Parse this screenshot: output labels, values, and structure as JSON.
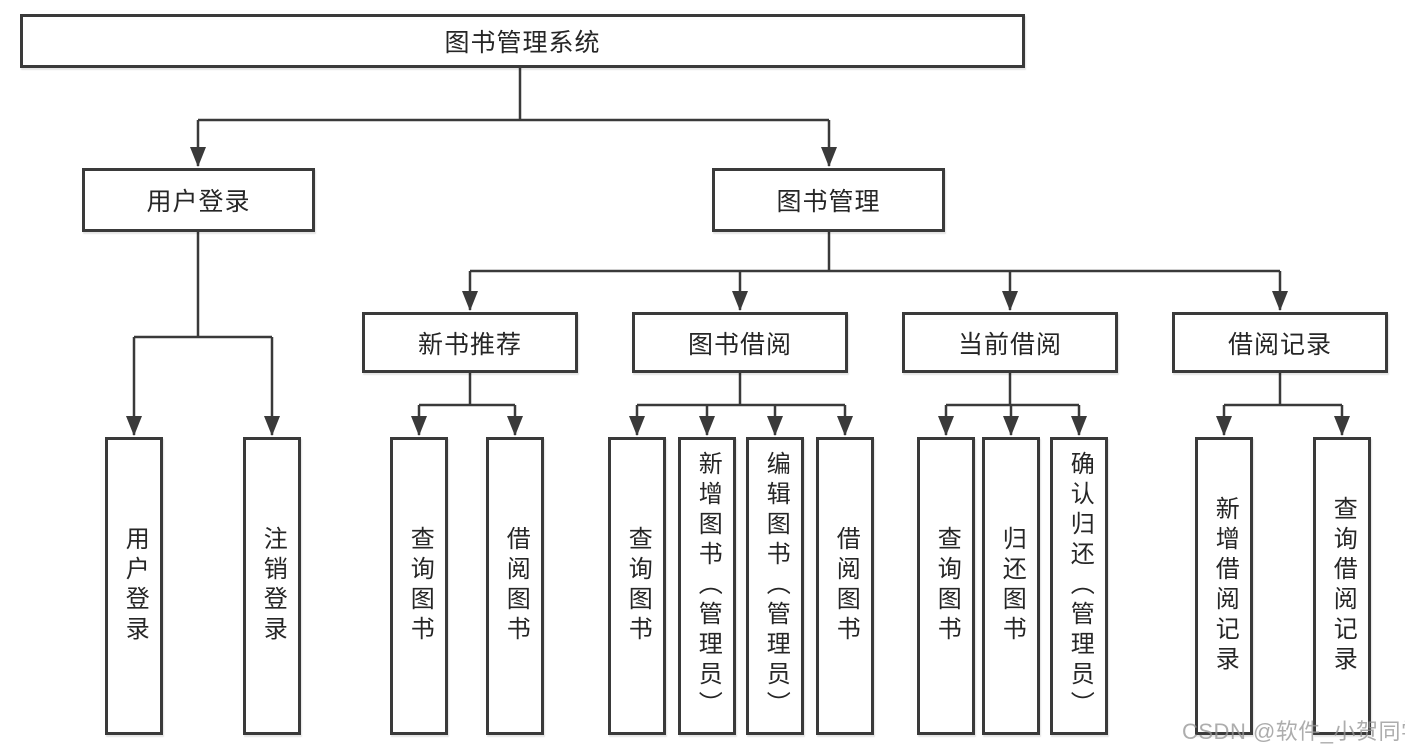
{
  "tree": {
    "root": {
      "label": "图书管理系统"
    },
    "level2": [
      {
        "id": "user-login",
        "label": "用户登录"
      },
      {
        "id": "book-management",
        "label": "图书管理"
      }
    ],
    "level3": [
      {
        "id": "new-book-recommend",
        "label": "新书推荐"
      },
      {
        "id": "book-borrow",
        "label": "图书借阅"
      },
      {
        "id": "current-borrow",
        "label": "当前借阅"
      },
      {
        "id": "borrow-records",
        "label": "借阅记录"
      }
    ],
    "leaves": {
      "user_login": [
        {
          "label": "用户登录"
        },
        {
          "label": "注销登录"
        }
      ],
      "new_book_recommend": [
        {
          "label": "查询图书"
        },
        {
          "label": "借阅图书"
        }
      ],
      "book_borrow": [
        {
          "label": "查询图书"
        },
        {
          "label": "新增图书（管理员）"
        },
        {
          "label": "编辑图书（管理员）"
        },
        {
          "label": "借阅图书"
        }
      ],
      "current_borrow": [
        {
          "label": "查询图书"
        },
        {
          "label": "归还图书"
        },
        {
          "label": "确认归还（管理员）"
        }
      ],
      "borrow_records": [
        {
          "label": "新增借阅记录"
        },
        {
          "label": "查询借阅记录"
        }
      ]
    }
  },
  "watermark": {
    "text": "CSDN @软件_小贺同学"
  },
  "colors": {
    "line": "#3a3a3a",
    "border": "#3a3a3a",
    "text": "#262626",
    "watermark": "#b3b3b3",
    "background": "#ffffff"
  }
}
